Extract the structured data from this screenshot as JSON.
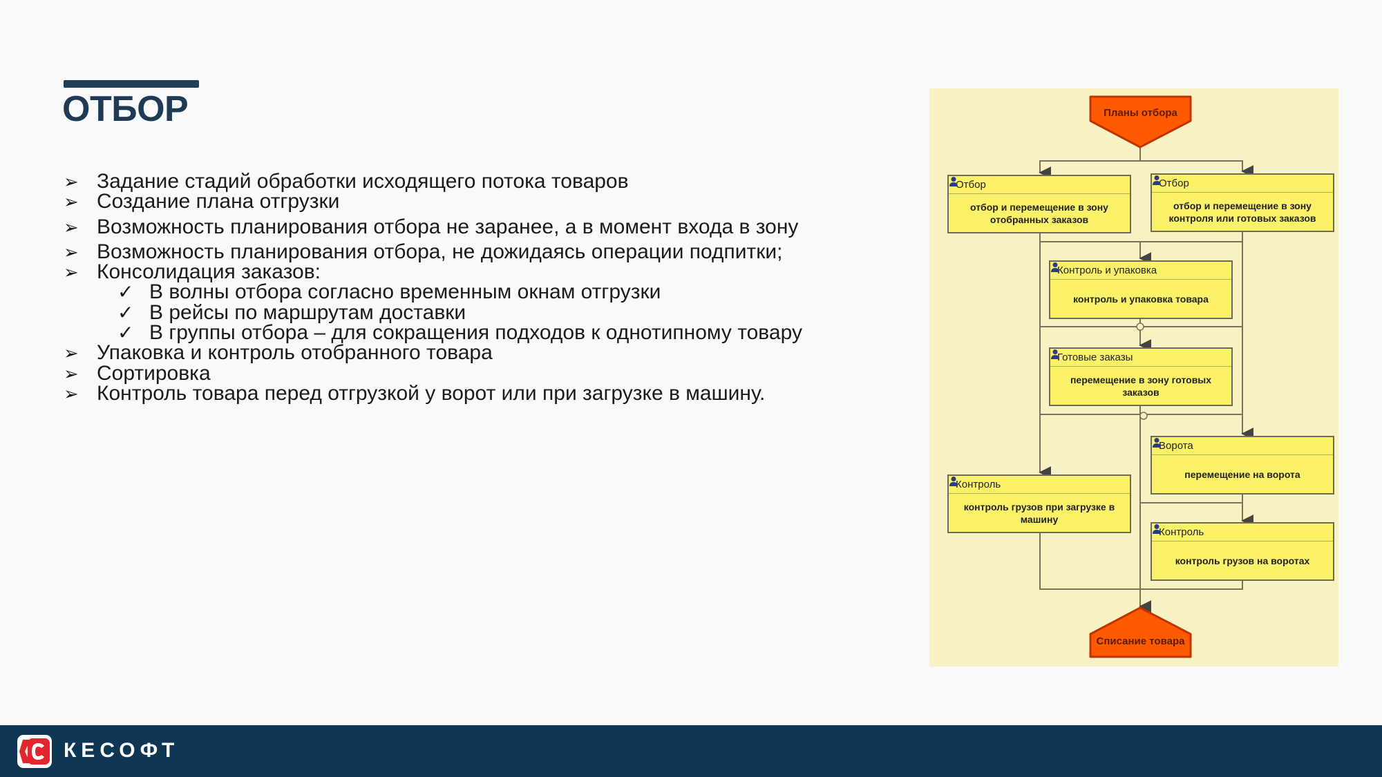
{
  "slide": {
    "title": "ОТБОР"
  },
  "bullets": [
    {
      "marker": "➢",
      "text": "Задание стадий обработки исходящего потока товаров"
    },
    {
      "marker": "➢",
      "text": "Создание плана отгрузки"
    },
    {
      "marker": "➢",
      "text": "Возможность планирования отбора не заранее, а в момент входа в  зону"
    },
    {
      "marker": "➢",
      "text": "Возможность планирования отбора, не дожидаясь операции подпитки;"
    },
    {
      "marker": "➢",
      "text": "Консолидация заказов:"
    },
    {
      "marker": "✓",
      "text": "В волны отбора согласно временным окнам отгрузки"
    },
    {
      "marker": "✓",
      "text": "В рейсы по маршрутам доставки"
    },
    {
      "marker": "✓",
      "text": "В группы отбора – для сокращения подходов к однотипному товару"
    },
    {
      "marker": "➢",
      "text": "Упаковка и контроль отобранного товара"
    },
    {
      "marker": "➢",
      "text": "Сортировка"
    },
    {
      "marker": "➢",
      "text": "Контроль товара перед отгрузкой у ворот или при загрузке в машину."
    }
  ],
  "diagram": {
    "start": "Планы отбора",
    "end": "Списание товара",
    "nodes": [
      {
        "id": "n1",
        "header": "Отбор",
        "body": "отбор и перемещение в зону отобранных заказов"
      },
      {
        "id": "n2",
        "header": "Отбор",
        "body": "отбор и перемещение в зону контроля или готовых заказов"
      },
      {
        "id": "n3",
        "header": "Контроль и упаковка",
        "body": "контроль и упаковка товара"
      },
      {
        "id": "n4",
        "header": "Готовые заказы",
        "body": "перемещение в зону готовых заказов"
      },
      {
        "id": "n5",
        "header": "Ворота",
        "body": "перемещение на ворота"
      },
      {
        "id": "n6",
        "header": "Контроль",
        "body": "контроль грузов при загрузке в машину"
      },
      {
        "id": "n7",
        "header": "Контроль",
        "body": "контроль грузов на воротах"
      }
    ],
    "colors": {
      "node_fill": "#fbf168",
      "terminal_fill": "#ff5a00",
      "panel": "#f7f1c3"
    }
  },
  "footer": {
    "logo_text": "КЕСОФТ",
    "background": "#0f3652"
  }
}
